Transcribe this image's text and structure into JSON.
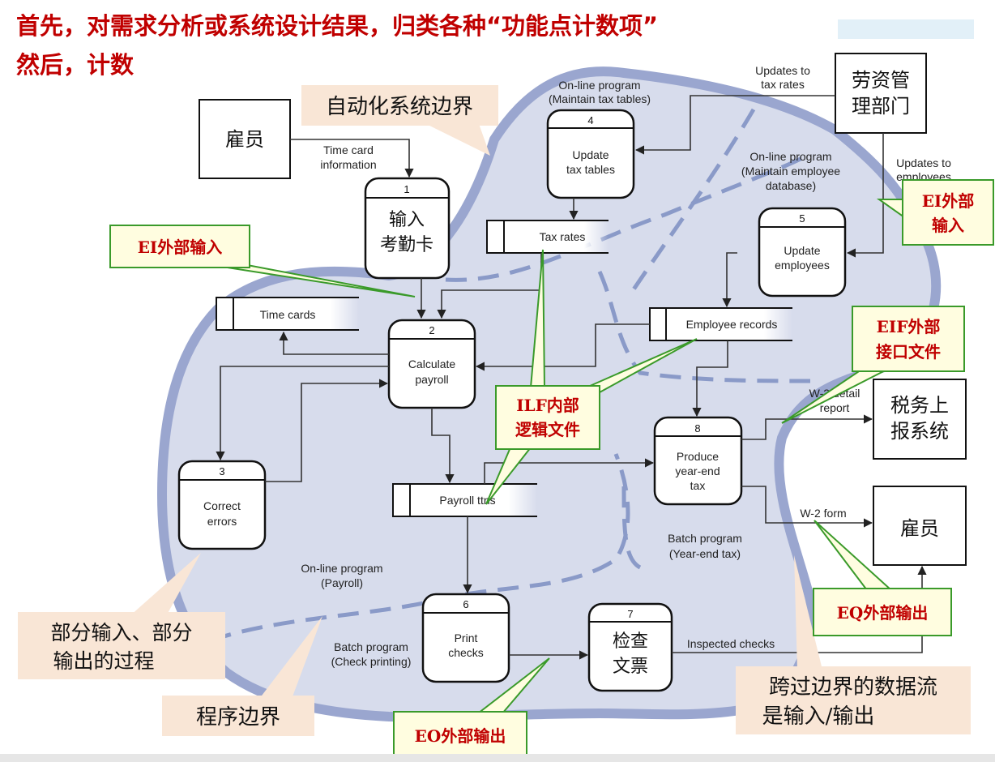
{
  "header": {
    "line1": "首先，对需求分析或系统设计结果，归类各种“功能点计数项”",
    "line2": "然后，计数"
  },
  "colors": {
    "title_red": "#c00000",
    "boundary_fill": "#d7dcec",
    "boundary_stroke": "#9aa6cf",
    "callout_fill": "#fffde0",
    "callout_border": "#3a9a2a",
    "note_fill": "#f9e6d6"
  },
  "entities": {
    "employee_top": "雇员",
    "hr_dept_line1": "劳资管",
    "hr_dept_line2": "理部门",
    "tax_system_line1": "税务上",
    "tax_system_line2": "报系统",
    "employee_right": "雇员"
  },
  "processes": {
    "p1": {
      "num": "1",
      "line1": "输入",
      "line2": "考勤卡"
    },
    "p2": {
      "num": "2",
      "line1": "Calculate",
      "line2": "payroll"
    },
    "p3": {
      "num": "3",
      "line1": "Correct",
      "line2": "errors"
    },
    "p4": {
      "num": "4",
      "line1": "Update",
      "line2": "tax tables"
    },
    "p5": {
      "num": "5",
      "line1": "Update",
      "line2": "employees"
    },
    "p6": {
      "num": "6",
      "line1": "Print",
      "line2": "checks"
    },
    "p7": {
      "num": "7",
      "line1": "检查",
      "line2": "文票"
    },
    "p8": {
      "num": "8",
      "line1": "Produce",
      "line2": "year-end",
      "line3": "tax"
    }
  },
  "stores": {
    "tax_rates": "Tax rates",
    "time_cards": "Time cards",
    "employee_records": "Employee records",
    "payroll_ttns": "Payroll ttns"
  },
  "flows": {
    "time_card_info_1": "Time card",
    "time_card_info_2": "information",
    "updates_tax_1": "Updates to",
    "updates_tax_2": "tax rates",
    "updates_emp_1": "Updates to",
    "updates_emp_2": "employees",
    "w2_detail_1": "W-2 detail",
    "w2_detail_2": "report",
    "w2_form": "W-2 form",
    "inspected_checks": "Inspected checks"
  },
  "program_labels": {
    "maintain_tax_1": "On-line program",
    "maintain_tax_2": "(Maintain tax tables)",
    "maintain_emp_1": "On-line program",
    "maintain_emp_2": "(Maintain employee",
    "maintain_emp_3": "database)",
    "online_payroll_1": "On-line program",
    "online_payroll_2": "(Payroll)",
    "batch_yearend_1": "Batch program",
    "batch_yearend_2": "(Year-end tax)",
    "batch_check_1": "Batch program",
    "batch_check_2": "(Check printing)"
  },
  "notes": {
    "auto_boundary": "自动化系统边界",
    "partial_io_1": "部分输入、部分",
    "partial_io_2": "输出的过程",
    "program_boundary": "程序边界",
    "crossing_1": "跨过边界的数据流",
    "crossing_2": "是输入/输出"
  },
  "callouts": {
    "ei_left": "EI外部输入",
    "ei_right_1": "EI外部",
    "ei_right_2": "输入",
    "eif_1": "EIF外部",
    "eif_2": "接口文件",
    "ilf_1": "ILF内部",
    "ilf_2": "逻辑文件",
    "eq": "EQ外部输出",
    "eo": "EO外部输出"
  }
}
